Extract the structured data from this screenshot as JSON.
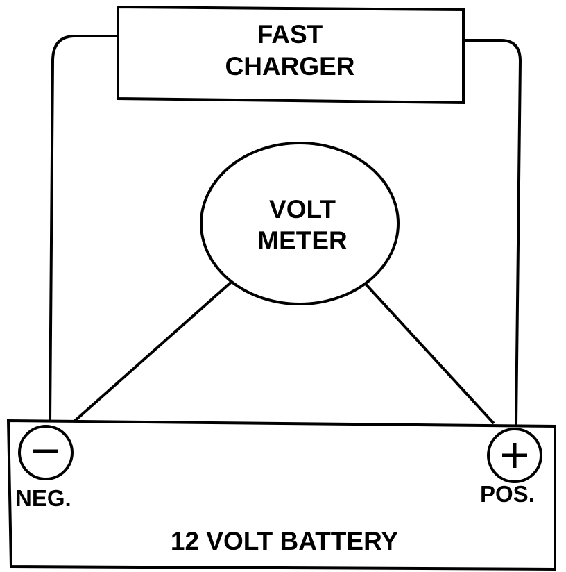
{
  "charger": {
    "line1": "FAST",
    "line2": "CHARGER"
  },
  "meter": {
    "line1": "VOLT",
    "line2": "METER"
  },
  "battery": {
    "label": "12 VOLT BATTERY",
    "negative_label": "NEG.",
    "positive_label": "POS.",
    "negative_symbol": "−",
    "positive_symbol": "+"
  }
}
